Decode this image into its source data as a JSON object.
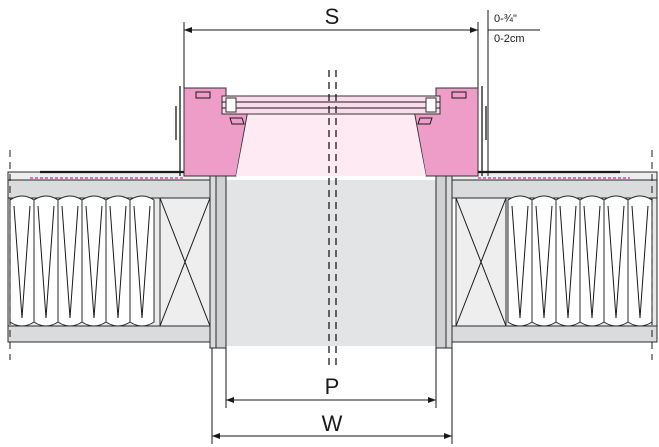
{
  "dimensions": {
    "s_label": "S",
    "p_label": "P",
    "w_label": "W",
    "tolerance_imperial": "0-¾\"",
    "tolerance_metric": "0-2cm"
  },
  "colors": {
    "frame_pink": "#ee9cc8",
    "glass_pink": "#fbdcec",
    "roof_gray": "#d9dbdd",
    "line": "#1a1a1a"
  }
}
